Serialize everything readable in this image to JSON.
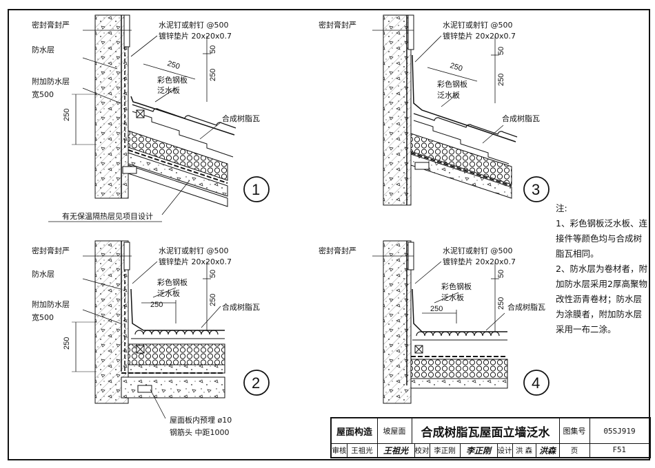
{
  "labels": {
    "sealant": "密封膏封严",
    "waterproof": "防水层",
    "extra_waterproof": "附加防水层",
    "width500": "宽500",
    "nail": "水泥钉或射钉 @500",
    "washer": "镀锌垫片 20x20x0.7",
    "flashing1": "彩色钢板",
    "flashing2": "泛水板",
    "tile": "合成树脂瓦",
    "insulation_note": "有无保温隔热层见项目设计",
    "rebar_note1": "屋面板内预埋 ø10",
    "rebar_note2": "钢筋头  中距1000"
  },
  "dims": {
    "d50": "50",
    "d250": "250"
  },
  "detail_numbers": [
    "1",
    "2",
    "3",
    "4"
  ],
  "notes": {
    "title": "注:",
    "items": [
      "1、彩色钢板泛水板、连接件等颜色均与合成树脂瓦相同。",
      "2、防水层为卷材者，附加防水层采用2厚高聚物改性沥青卷材；防水层为涂膜者，附加防水层采用一布二涂。"
    ]
  },
  "title_block": {
    "category": "屋面构造",
    "sub_category": "坡屋面",
    "title": "合成树脂瓦屋面立墙泛水",
    "atlas_label": "图集号",
    "atlas_no": "05SJ919",
    "review_label": "审核",
    "reviewer": "王祖光",
    "check_label": "校对",
    "checker": "李正刚",
    "design_label": "设计",
    "designer": "洪  森",
    "page_label": "页",
    "page_no": "F51"
  }
}
